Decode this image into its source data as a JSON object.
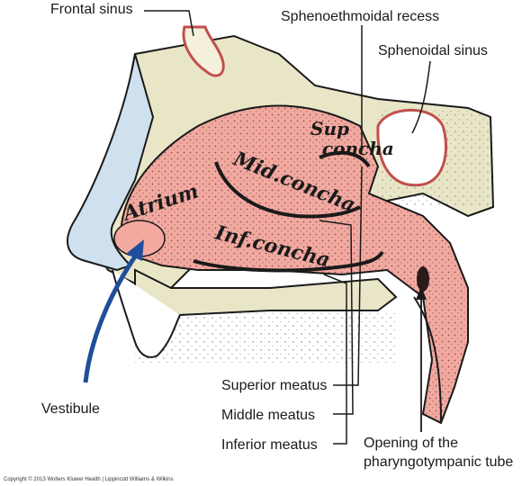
{
  "labels": {
    "frontal_sinus": "Frontal sinus",
    "sphenoethmoidal_recess": "Sphenoethmoidal recess",
    "sphenoidal_sinus": "Sphenoidal sinus",
    "vestibule": "Vestibule",
    "superior_meatus": "Superior meatus",
    "middle_meatus": "Middle meatus",
    "inferior_meatus": "Inferior meatus",
    "opening_line1": "Opening of the",
    "opening_line2": "pharyngotympanic tube"
  },
  "handwritten": {
    "sup": "Sup",
    "concha_sup": "concha",
    "mid_concha": "Mid.concha",
    "atrium": "Atrium",
    "inf_concha": "Inf.concha"
  },
  "copyright": "Copyright © 2013 Wolters Kluwer Health | Lippincott Williams & Wilkins",
  "colors": {
    "mucosa": "#f3a9a0",
    "bone": "#e9e6c8",
    "skin_blue": "#cfe0ee",
    "arrow_blue": "#1f4f9a",
    "outline": "#1a1a1a"
  }
}
